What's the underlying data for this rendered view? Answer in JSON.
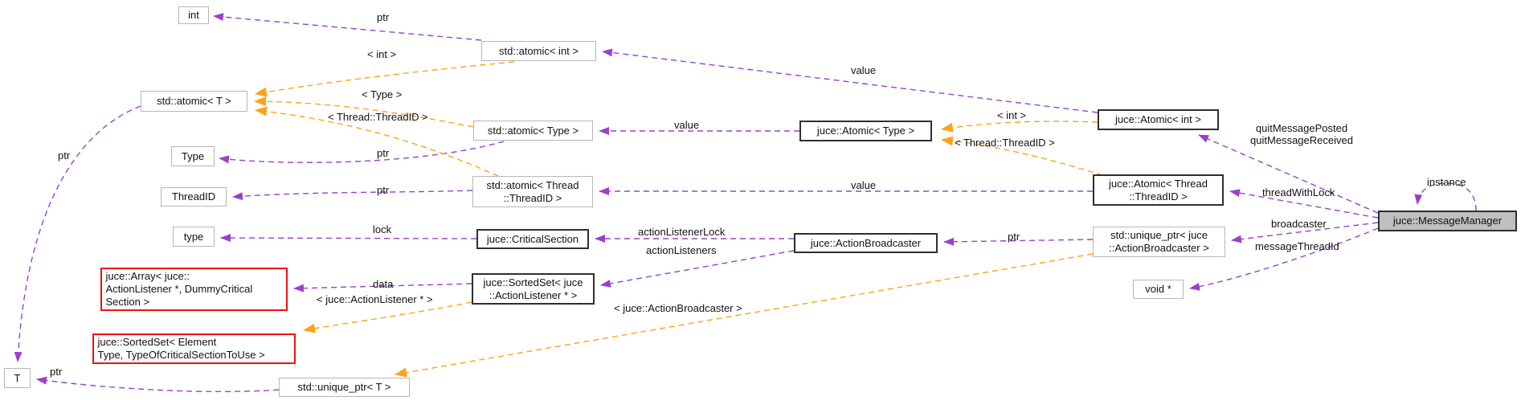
{
  "diagram": {
    "type": "collaboration-graph",
    "focus_class": "juce::MessageManager",
    "colors": {
      "usage_edge": "#9b40ce",
      "template_edge": "#ffa216",
      "highlight_fill": "#bfbfbf",
      "bold_border": "#2f2f2f",
      "plain_border": "#b6b6b6",
      "error_border": "#ee1111",
      "background": "#ffffff"
    },
    "nodes": {
      "int": {
        "lines": [
          "int"
        ]
      },
      "std_atomic_int": {
        "lines": [
          "std::atomic< int >"
        ]
      },
      "std_atomic_t": {
        "lines": [
          "std::atomic< T >"
        ]
      },
      "type_big": {
        "lines": [
          "Type"
        ]
      },
      "std_atomic_type": {
        "lines": [
          "std::atomic< Type >"
        ]
      },
      "juce_atomic_type": {
        "lines": [
          "juce::Atomic< Type >"
        ]
      },
      "juce_atomic_int": {
        "lines": [
          "juce::Atomic< int >"
        ]
      },
      "thread_id": {
        "lines": [
          "ThreadID"
        ]
      },
      "std_atomic_thread_id": {
        "lines": [
          "std::atomic< Thread",
          "::ThreadID >"
        ]
      },
      "juce_atomic_thread_id": {
        "lines": [
          "juce::Atomic< Thread",
          "::ThreadID >"
        ]
      },
      "type_small": {
        "lines": [
          "type"
        ]
      },
      "critical_section": {
        "lines": [
          "juce::CriticalSection"
        ]
      },
      "action_broadcaster": {
        "lines": [
          "juce::ActionBroadcaster"
        ]
      },
      "unique_ptr_ab": {
        "lines": [
          "std::unique_ptr< juce",
          "::ActionBroadcaster >"
        ]
      },
      "message_manager": {
        "lines": [
          "juce::MessageManager"
        ]
      },
      "array_al": {
        "lines": [
          "juce::Array< juce::",
          "ActionListener *, DummyCritical",
          "Section >"
        ]
      },
      "sorted_set_al": {
        "lines": [
          "juce::SortedSet< juce",
          "::ActionListener * >"
        ]
      },
      "sorted_set_generic": {
        "lines": [
          "juce::SortedSet< Element",
          "Type, TypeOfCriticalSectionToUse >"
        ]
      },
      "void_ptr": {
        "lines": [
          "void *"
        ]
      },
      "t": {
        "lines": [
          "T"
        ]
      },
      "unique_ptr_t": {
        "lines": [
          "std::unique_ptr< T >"
        ]
      }
    },
    "labels": {
      "ptr_top": "ptr",
      "tmpl_int_left": "< int >",
      "tmpl_type_left": "< Type >",
      "tmpl_threadid_left": "< Thread::ThreadID >",
      "ptr_type": "ptr",
      "ptr_threadid": "ptr",
      "lock": "lock",
      "value_int": "value",
      "value_type": "value",
      "value_threadid": "value",
      "tmpl_int_right": "< int >",
      "tmpl_threadid_right": "< Thread::ThreadID >",
      "quit_posted": "quitMessagePosted",
      "quit_received": "quitMessageReceived",
      "instance": "instance",
      "thread_with_lock": "threadWithLock",
      "broadcaster": "broadcaster",
      "message_thread_id": "messageThreadId",
      "action_listener_lock": "actionListenerLock",
      "action_listeners": "actionListeners",
      "ptr_broadcaster": "ptr",
      "data": "data",
      "tmpl_action_listener": "< juce::ActionListener * >",
      "tmpl_action_broadcaster": "< juce::ActionBroadcaster >",
      "ptr_atomic_t": "ptr",
      "ptr_unique_t": "ptr"
    }
  }
}
